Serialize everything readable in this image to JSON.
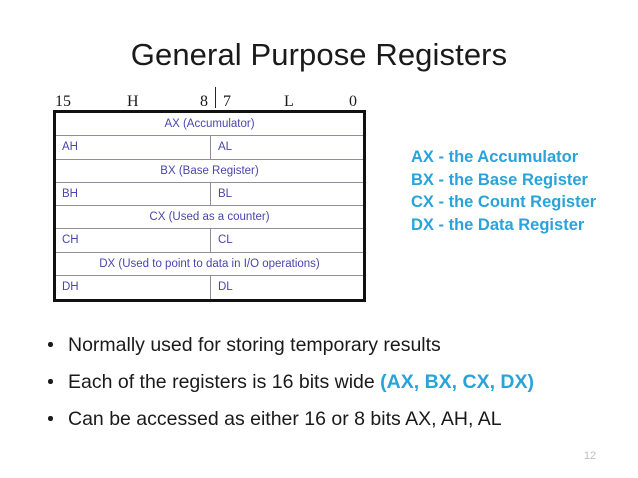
{
  "slide": {
    "title": "General Purpose Registers",
    "page_number": "12"
  },
  "bit_ruler": {
    "msb": "15",
    "high_label": "H",
    "bit8": "8",
    "bit7": "7",
    "low_label": "L",
    "lsb": "0"
  },
  "register_table": {
    "rows": [
      {
        "type": "full",
        "text": "AX (Accumulator)"
      },
      {
        "type": "half",
        "high": "AH",
        "low": "AL"
      },
      {
        "type": "full",
        "text": "BX (Base Register)"
      },
      {
        "type": "half",
        "high": "BH",
        "low": "BL"
      },
      {
        "type": "full",
        "text": "CX (Used as a counter)"
      },
      {
        "type": "half",
        "high": "CH",
        "low": "CL"
      },
      {
        "type": "full",
        "text": "DX (Used to point to data in I/O operations)"
      },
      {
        "type": "half",
        "high": "DH",
        "low": "DL"
      }
    ]
  },
  "legend": {
    "lines": [
      "AX - the Accumulator",
      "BX - the Base Register",
      "CX - the Count Register",
      "DX - the Data Register"
    ]
  },
  "bullets": [
    {
      "text": "Normally used for storing temporary results",
      "accent": ""
    },
    {
      "text": "Each of the registers is 16 bits wide ",
      "accent": "(AX, BX, CX, DX)"
    },
    {
      "text": "Can be accessed as either 16 or 8 bits AX, AH, AL",
      "accent": ""
    }
  ],
  "colors": {
    "table_text": "#4a45ad",
    "accent": "#29a3d9",
    "body_text": "#1a1a1a",
    "page_number": "#bfbfbf"
  }
}
